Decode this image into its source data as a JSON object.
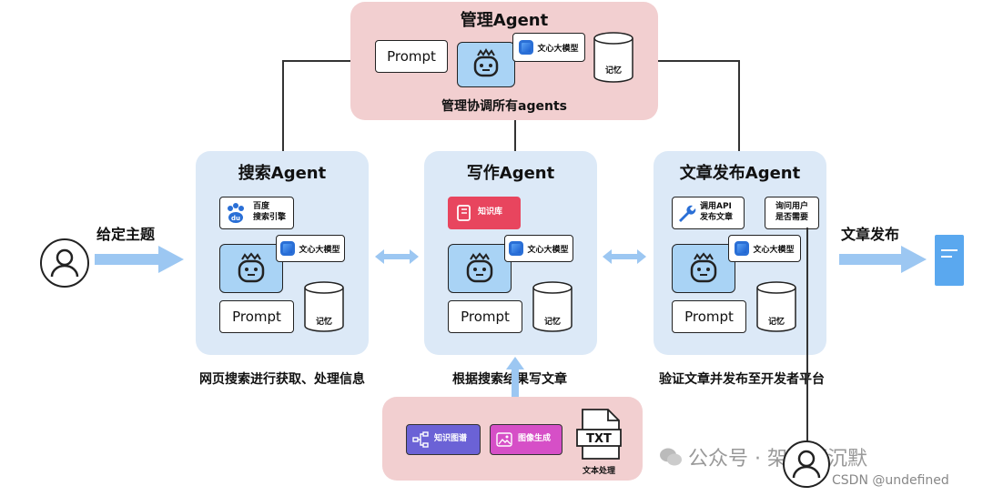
{
  "manager": {
    "title": "管理Agent",
    "prompt": "Prompt",
    "wenxin": "文心大模型",
    "memory": "记忆",
    "caption": "管理协调所有agents"
  },
  "search_agent": {
    "title": "搜索Agent",
    "tool_label": "百度\n搜索引擎",
    "wenxin": "文心大模型",
    "prompt": "Prompt",
    "memory": "记忆",
    "caption": "网页搜索进行获取、处理信息"
  },
  "write_agent": {
    "title": "写作Agent",
    "tool_label": "知识库",
    "wenxin": "文心大模型",
    "prompt": "Prompt",
    "memory": "记忆",
    "caption": "根据搜索结果写文章"
  },
  "publish_agent": {
    "title": "文章发布Agent",
    "tool_label": "调用API\n发布文章",
    "ask_user": "询问用户\n是否需要",
    "wenxin": "文心大模型",
    "prompt": "Prompt",
    "memory": "记忆",
    "caption": "验证文章并发布至开发者平台"
  },
  "input_label": "给定主题",
  "output_label": "文章发布",
  "bottom_tools": {
    "knowledge_graph": "知识图谱",
    "image_gen": "图像生成",
    "txt": "TXT",
    "text_processing": "文本处理"
  },
  "watermark": {
    "wechat": "公众号 · 架构师沉默",
    "csdn": "CSDN @undefined"
  },
  "colors": {
    "pink_panel": "#f2cfd0",
    "blue_panel": "#dce9f7",
    "robot": "#a9d3f5",
    "arrow": "#9cc7f2",
    "knowledge_base": "#e8455e",
    "kg_purple": "#6b62d6",
    "img_magenta": "#d64fc7"
  }
}
